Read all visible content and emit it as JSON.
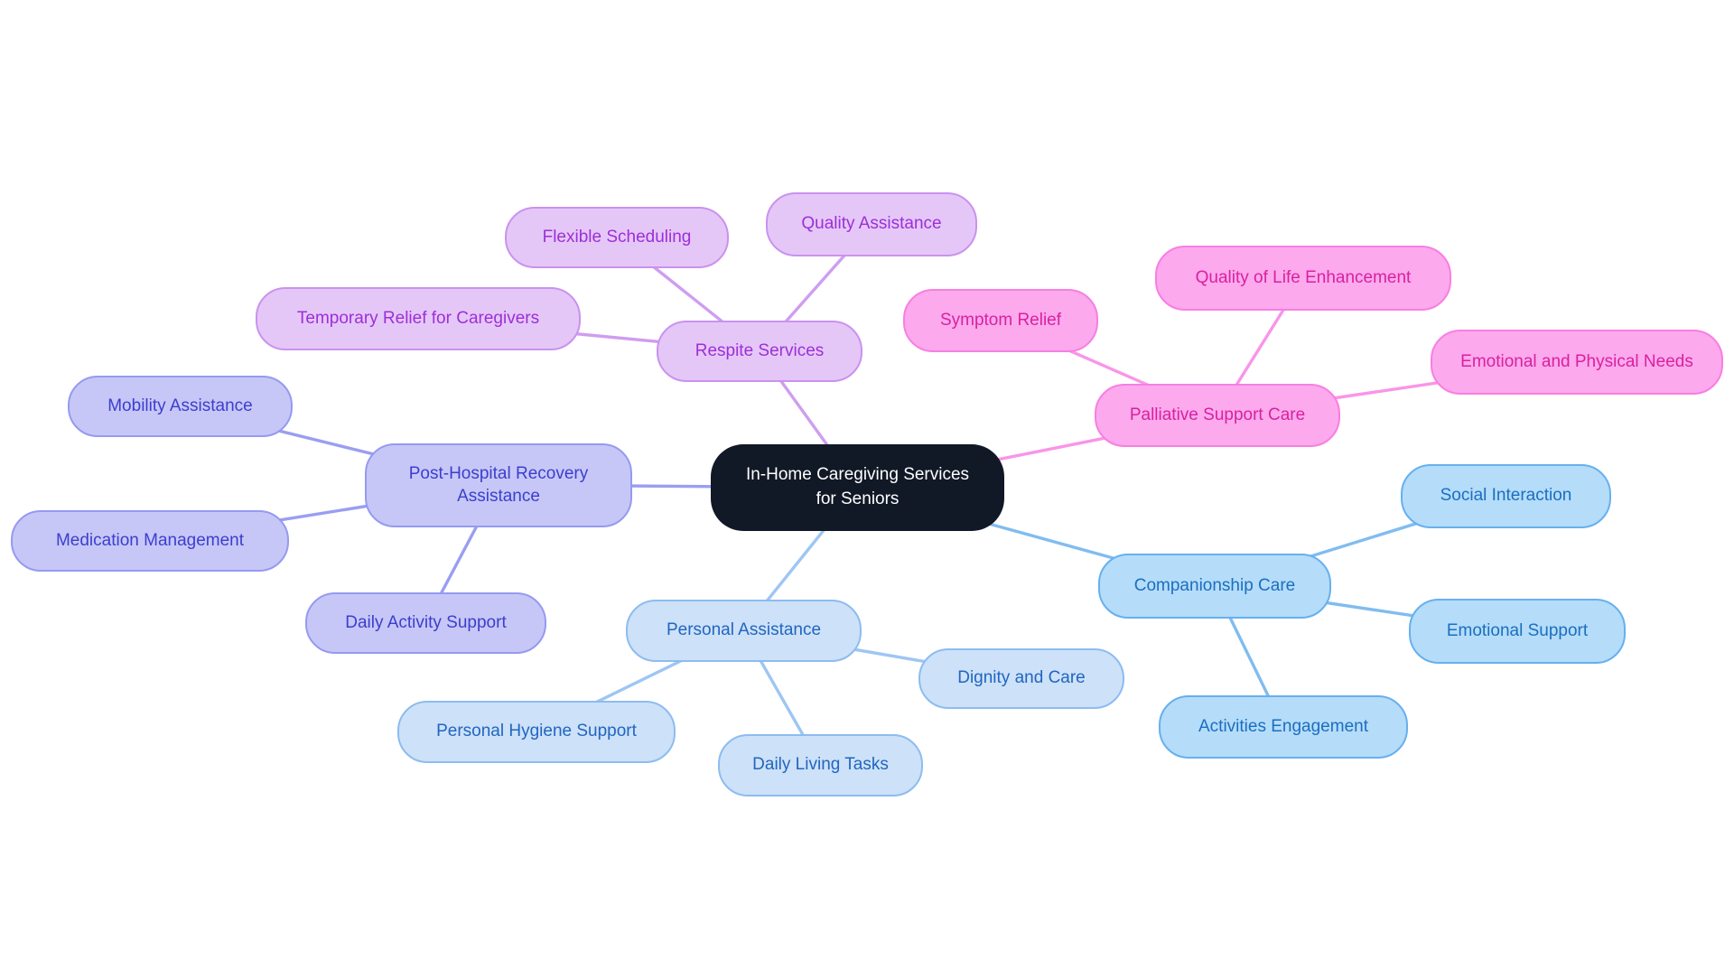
{
  "diagram": {
    "type": "mindmap",
    "background": "#ffffff"
  },
  "center": {
    "label": "In-Home Caregiving Services for Seniors",
    "colors": {
      "fill": "#111826",
      "text": "#ffffff"
    }
  },
  "branches": [
    {
      "label": "Respite Services",
      "colors": {
        "fill": "#e5c7f7",
        "border": "#ca92ef",
        "text": "#9c2fd9",
        "line": "#cf9df0"
      },
      "children": [
        {
          "label": "Flexible Scheduling"
        },
        {
          "label": "Quality Assistance"
        },
        {
          "label": "Temporary Relief for Caregivers"
        }
      ]
    },
    {
      "label": "Palliative Support Care",
      "colors": {
        "fill": "#fca9ee",
        "border": "#f77fe2",
        "text": "#d9219e",
        "line": "#f995e8"
      },
      "children": [
        {
          "label": "Symptom Relief"
        },
        {
          "label": "Quality of Life Enhancement"
        },
        {
          "label": "Emotional and Physical Needs"
        }
      ]
    },
    {
      "label": "Post-Hospital Recovery Assistance",
      "colors": {
        "fill": "#c7c7f7",
        "border": "#959af0",
        "text": "#3b3ecf",
        "line": "#9a9ef1"
      },
      "children": [
        {
          "label": "Mobility Assistance"
        },
        {
          "label": "Medication Management"
        },
        {
          "label": "Daily Activity Support"
        }
      ]
    },
    {
      "label": "Personal Assistance",
      "colors": {
        "fill": "#cde1f8",
        "border": "#8dbcf0",
        "text": "#2166c0",
        "line": "#9ec6f3"
      },
      "children": [
        {
          "label": "Dignity and Care"
        },
        {
          "label": "Personal Hygiene Support"
        },
        {
          "label": "Daily Living Tasks"
        }
      ]
    },
    {
      "label": "Companionship Care",
      "colors": {
        "fill": "#b5dcf9",
        "border": "#66b0ef",
        "text": "#1a6fc0",
        "line": "#80bcf0"
      },
      "children": [
        {
          "label": "Social Interaction"
        },
        {
          "label": "Emotional Support"
        },
        {
          "label": "Activities Engagement"
        }
      ]
    }
  ]
}
